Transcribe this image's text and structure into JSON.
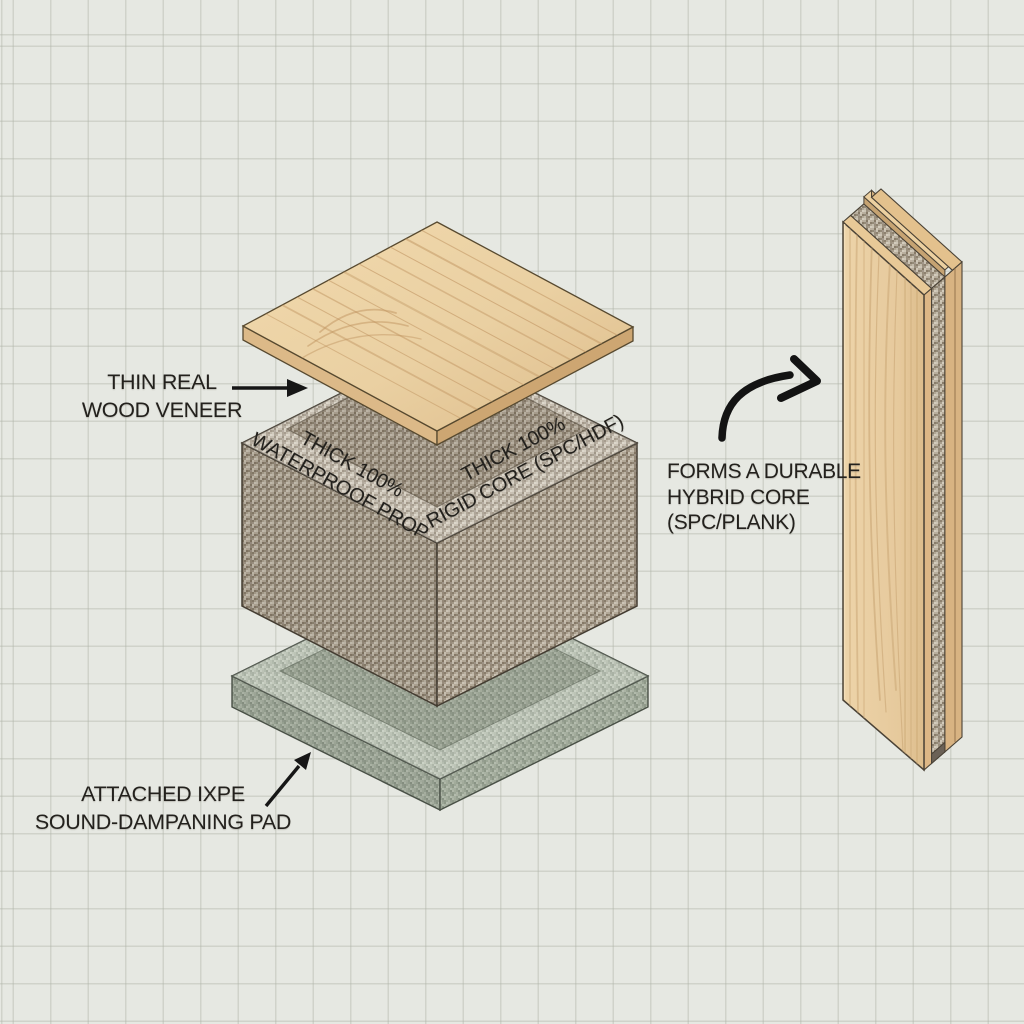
{
  "labels": {
    "veneer": {
      "line1": "THIN REAL",
      "line2": "WOOD VENEER"
    },
    "core_left": {
      "line1": "THICK 100%",
      "line2": "WATERPROOF PROP"
    },
    "core_right": {
      "line1": "THICK 100%",
      "line2": "RIGID CORE (SPC/HDF)"
    },
    "pad": {
      "line1": "ATTACHED IXPE",
      "line2": "SOUND-DAMPANING PAD"
    },
    "result": {
      "line1": "FORMS A DURABLE",
      "line2": "HYBRID CORE",
      "line3": "(SPC/PLANK)"
    }
  },
  "icons": {
    "veneer_arrow": "straight-arrow-right",
    "pad_arrow": "straight-arrow-up-right",
    "result_arrow": "curved-arrow-up-right"
  },
  "colors": {
    "background": "#e6e8e2",
    "grid_line": "#c9cdc2",
    "text": "#23211d",
    "arrow": "#161616",
    "wood_light": "#eed6aa",
    "wood_mid": "#e2c190",
    "wood_grain": "#c49a67",
    "wood_edge": "#d9b584",
    "core_base": "#aba191",
    "core_speckle_dark": "#867a67",
    "core_speckle_light": "#d3ccbd",
    "pad_base": "#afb8a9",
    "pad_dark": "#939d8d",
    "pad_light": "#c2cabb",
    "outline": "#463f34"
  }
}
